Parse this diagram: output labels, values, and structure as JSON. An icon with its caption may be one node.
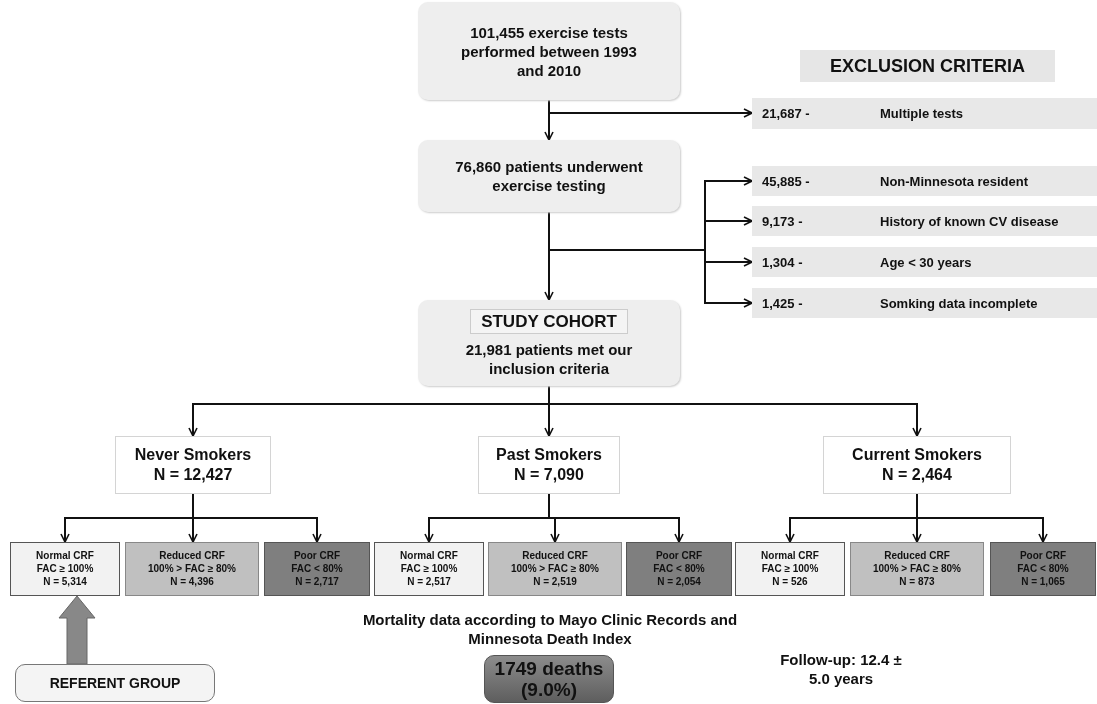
{
  "diagram": {
    "nodes": [
      {
        "text": [
          "101,455 exercise tests performed between 1993 and 2010"
        ]
      },
      {
        "text": [
          "EXCLUSION CRITERIA"
        ]
      },
      {
        "text": [
          "21,687 -",
          "Multiple tests"
        ]
      },
      {
        "text": [
          "76,860 patients underwent exercise testing"
        ]
      },
      {
        "text": [
          "45,885 -",
          "Non-Minnesota resident"
        ]
      },
      {
        "text": [
          "9,173 -",
          "History of known CV disease"
        ]
      },
      {
        "text": [
          "1,304  -",
          "Age < 30 years"
        ]
      },
      {
        "text": [
          "1,425 -",
          "Somking data incomplete"
        ]
      },
      {
        "text": [
          "STUDY COHORT",
          "21,981 patients met our inclusion criteria"
        ]
      },
      {
        "text": [
          "Never Smokers",
          "N = 12,427"
        ]
      },
      {
        "text": [
          "Past Smokers",
          "N = 7,090"
        ]
      },
      {
        "text": [
          "Current Smokers",
          "N = 2,464"
        ]
      },
      {
        "text": [
          "Normal CRF",
          "FAC ≥ 100%",
          "N = 5,314"
        ]
      },
      {
        "text": [
          "Reduced CRF",
          "100% > FAC ≥ 80%",
          "N = 4,396"
        ]
      },
      {
        "text": [
          "Poor CRF",
          "FAC < 80%",
          "N = 2,717"
        ]
      },
      {
        "text": [
          "Normal CRF",
          "FAC ≥ 100%",
          "N = 2,517"
        ]
      },
      {
        "text": [
          "Reduced CRF",
          "100% > FAC ≥ 80%",
          "N = 2,519"
        ]
      },
      {
        "text": [
          "Poor CRF",
          "FAC < 80%",
          "N = 2,054"
        ]
      },
      {
        "text": [
          "Normal CRF",
          "FAC ≥ 100%",
          "N = 526"
        ]
      },
      {
        "text": [
          "Reduced CRF",
          "100% > FAC ≥ 80%",
          "N = 873"
        ]
      },
      {
        "text": [
          "Poor CRF",
          "FAC < 80%",
          "N = 1,065"
        ]
      },
      {
        "text": [
          "REFERENT GROUP"
        ]
      },
      {
        "text": [
          "1749 deaths (9.0%)"
        ]
      }
    ],
    "edges": [
      {
        "from": 0,
        "to": 3,
        "arrow": "to"
      },
      {
        "from": 0,
        "to": 2,
        "arrow": "to"
      },
      {
        "from": 3,
        "to": 4,
        "arrow": "to"
      },
      {
        "from": 3,
        "to": 5,
        "arrow": "to"
      },
      {
        "from": 3,
        "to": 6,
        "arrow": "to"
      },
      {
        "from": 3,
        "to": 7,
        "arrow": "to"
      },
      {
        "from": 3,
        "to": 8,
        "arrow": "to"
      },
      {
        "from": 8,
        "to": 9,
        "arrow": "to"
      },
      {
        "from": 8,
        "to": 10,
        "arrow": "to"
      },
      {
        "from": 8,
        "to": 11,
        "arrow": "to"
      },
      {
        "from": 9,
        "to": 12,
        "arrow": "to"
      },
      {
        "from": 9,
        "to": 13,
        "arrow": "to"
      },
      {
        "from": 9,
        "to": 14,
        "arrow": "to"
      },
      {
        "from": 10,
        "to": 15,
        "arrow": "to"
      },
      {
        "from": 10,
        "to": 16,
        "arrow": "to"
      },
      {
        "from": 10,
        "to": 17,
        "arrow": "to"
      },
      {
        "from": 11,
        "to": 18,
        "arrow": "to"
      },
      {
        "from": 11,
        "to": 19,
        "arrow": "to"
      },
      {
        "from": 11,
        "to": 20,
        "arrow": "to"
      },
      {
        "from": 21,
        "to": 12,
        "arrow": "to",
        "style": "thick",
        "color": "#888888"
      }
    ],
    "labels": [
      "Mortality data according to Mayo Clinic Records and Minnesota Death Index",
      "Follow-up: 12.4 ± 5.0 years"
    ]
  }
}
